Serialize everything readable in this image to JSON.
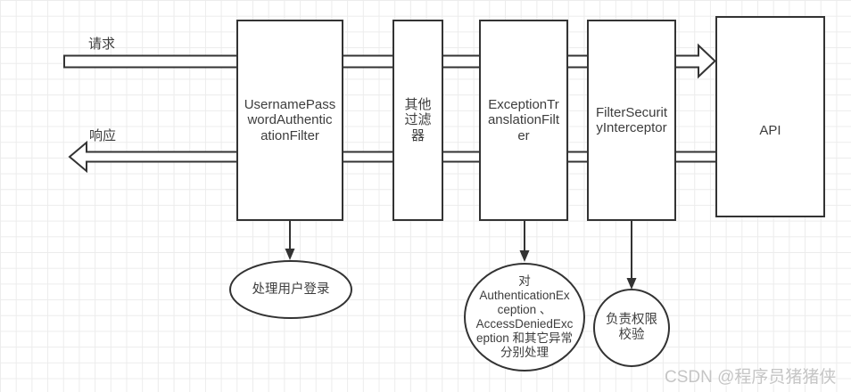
{
  "labels": {
    "request": "请求",
    "response": "响应"
  },
  "nodes": {
    "filters": [
      {
        "label": "UsernamePass\nwordAuthentic\nationFilter"
      },
      {
        "label": "其他\n过滤\n器"
      },
      {
        "label": "ExceptionTr\nanslationFilt\ner"
      },
      {
        "label": "FilterSecurit\nyInterceptor"
      },
      {
        "label": "API"
      }
    ],
    "notes": [
      {
        "label": "处理用户登录"
      },
      {
        "label": "对\nAuthenticationEx\nception 、\nAccessDeniedExc\neption 和其它异常\n分别处理"
      },
      {
        "label": "负责权限\n校验"
      }
    ]
  },
  "watermark": {
    "text": "CSDN @程序员猪猪侠"
  },
  "colors": {
    "stroke": "#333333",
    "text": "#3d3d3d",
    "grid": "#ececec",
    "watermark": "#c5c5c5"
  }
}
